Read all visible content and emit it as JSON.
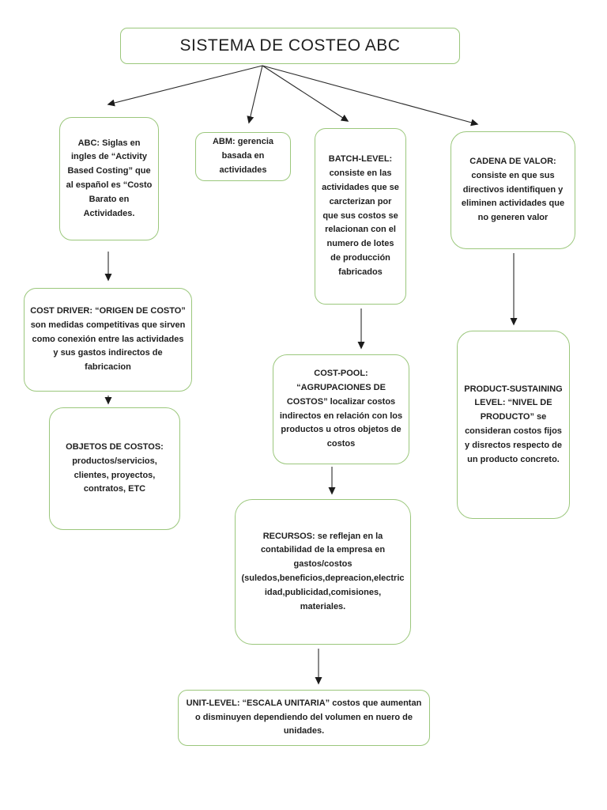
{
  "diagram": {
    "title": "SISTEMA DE COSTEO ABC",
    "nodes": {
      "abc": {
        "text": "ABC: Siglas en ingles de “Activity Based Costing” que al español es “Costo Barato en Actividades."
      },
      "abm": {
        "text": "ABM: gerencia basada en actividades"
      },
      "batch": {
        "text": "BATCH-LEVEL: consiste en las actividades que se carcterizan por que sus costos se relacionan con el numero de lotes de producción fabricados"
      },
      "cadena": {
        "text": "CADENA DE VALOR: consiste en que sus directivos identifiquen y eliminen actividades que no generen valor"
      },
      "cost_driver": {
        "text": "COST DRIVER: “ORIGEN DE COSTO” son medidas competitivas que sirven como conexión entre las actividades y sus gastos indirectos de fabricacion"
      },
      "objetos": {
        "text": "OBJETOS DE COSTOS: productos/servicios, clientes, proyectos, contratos, ETC"
      },
      "cost_pool": {
        "text": "COST-POOL: “AGRUPACIONES DE COSTOS” localizar costos indirectos en relación con los productos u otros objetos de costos"
      },
      "product": {
        "text": "PRODUCT-SUSTAINING LEVEL: “NIVEL DE PRODUCTO” se consideran costos fijos y disrectos respecto de un producto concreto."
      },
      "recursos": {
        "text": "RECURSOS: se reflejan en la contabilidad de la empresa en gastos/costos (suledos,beneficios,depreacion,electricidad,publicidad,comisiones, materiales."
      },
      "unit": {
        "text": "UNIT-LEVEL: “ESCALA UNITARIA” costos que aumentan o disminuyen dependiendo del volumen en nuero de unidades."
      }
    },
    "edges": [
      {
        "from": "title",
        "to": "abc"
      },
      {
        "from": "title",
        "to": "abm"
      },
      {
        "from": "title",
        "to": "batch"
      },
      {
        "from": "title",
        "to": "cadena"
      },
      {
        "from": "abc",
        "to": "cost_driver"
      },
      {
        "from": "cost_driver",
        "to": "objetos"
      },
      {
        "from": "batch",
        "to": "cost_pool"
      },
      {
        "from": "cost_pool",
        "to": "recursos"
      },
      {
        "from": "cadena",
        "to": "product"
      },
      {
        "from": "recursos",
        "to": "unit"
      }
    ],
    "colors": {
      "box_border": "#9bc77c",
      "arrow": "#1c1c1c",
      "text": "#1f1f1f",
      "background": "#ffffff"
    }
  }
}
